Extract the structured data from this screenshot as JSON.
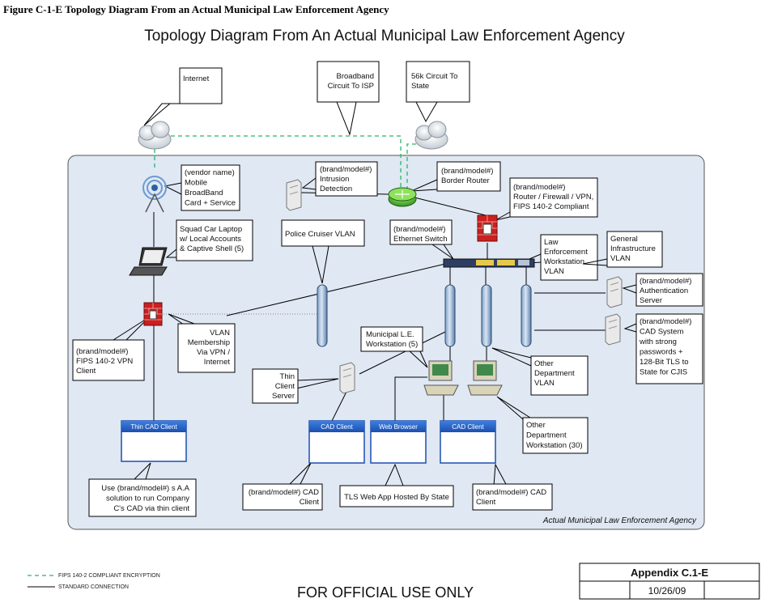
{
  "figure_label": "Figure C-1-E   Topology Diagram From an Actual Municipal Law Enforcement Agency",
  "title": "Topology Diagram From An Actual Municipal Law Enforcement Agency",
  "agency_label": "Actual Municipal Law Enforcement Agency",
  "callouts": {
    "internet": [
      "Internet"
    ],
    "broadband": [
      "Broadband",
      "Circuit To ISP"
    ],
    "circuit56k": [
      "56k Circuit To",
      "State"
    ],
    "mobile": [
      "(vendor name)",
      "Mobile",
      "BroadBand",
      "Card + Service"
    ],
    "ids": [
      "(brand/model#)",
      "Intrusion",
      "Detection"
    ],
    "border_router": [
      "(brand/model#)",
      "Border Router"
    ],
    "firewall": [
      "(brand/model#)",
      "Router / Firewall / VPN,",
      "FIPS 140-2 Compliant"
    ],
    "laptop": [
      "Squad Car Laptop",
      "w/ Local Accounts",
      "& Captive Shell (5)"
    ],
    "cruiser_vlan": [
      "Police Cruiser VLAN"
    ],
    "switch": [
      "(brand/model#)",
      "Ethernet Switch"
    ],
    "le_vlan": [
      "Law",
      "Enforcement",
      "Workstation",
      "VLAN"
    ],
    "general_vlan": [
      "General",
      "Infrastructure",
      "VLAN"
    ],
    "auth": [
      "(brand/model#)",
      "Authentication",
      "Server"
    ],
    "cad_system": [
      "(brand/model#)",
      "CAD System",
      "with strong",
      "passwords +",
      "128-Bit TLS to",
      "State for CJIS"
    ],
    "vpn_client": [
      "(brand/model#)",
      "FIPS 140-2 VPN",
      "Client"
    ],
    "vlan_membership": [
      "VLAN",
      "Membership",
      "Via VPN /",
      "Internet"
    ],
    "municipal_ws": [
      "Municipal L.E.",
      "Workstation (5)"
    ],
    "thin_client": [
      "Thin",
      "Client",
      "Server"
    ],
    "other_dept_vlan": [
      "Other",
      "Department",
      "VLAN"
    ],
    "other_dept_ws": [
      "Other",
      "Department",
      "Workstation (30)"
    ],
    "thin_cad_note": [
      "Use (brand/model#) s A.A",
      "solution to run Company",
      "C's CAD via thin client"
    ],
    "cad_client_left": [
      "(brand/model#)  CAD",
      "Client"
    ],
    "tls_web": [
      "TLS Web App Hosted By State"
    ],
    "cad_client_right": [
      "(brand/model#)  CAD",
      "Client"
    ]
  },
  "windows": {
    "thin_cad": "Thin CAD Client",
    "cad1": "CAD Client",
    "web": "Web Browser",
    "cad2": "CAD Client"
  },
  "legend": {
    "encrypted": "FIPS 140-2 COMPLIANT ENCRYPTION",
    "standard": "STANDARD CONNECTION"
  },
  "footer": {
    "official_use": "FOR OFFICIAL USE ONLY",
    "appendix": "Appendix C.1-E",
    "date": "10/26/09"
  },
  "colors": {
    "enclosure_fill": "#dfe8f3",
    "encryption_line": "#29b36b",
    "window_title": "#1f5fc8",
    "firewall_red": "#cc1f1f"
  }
}
